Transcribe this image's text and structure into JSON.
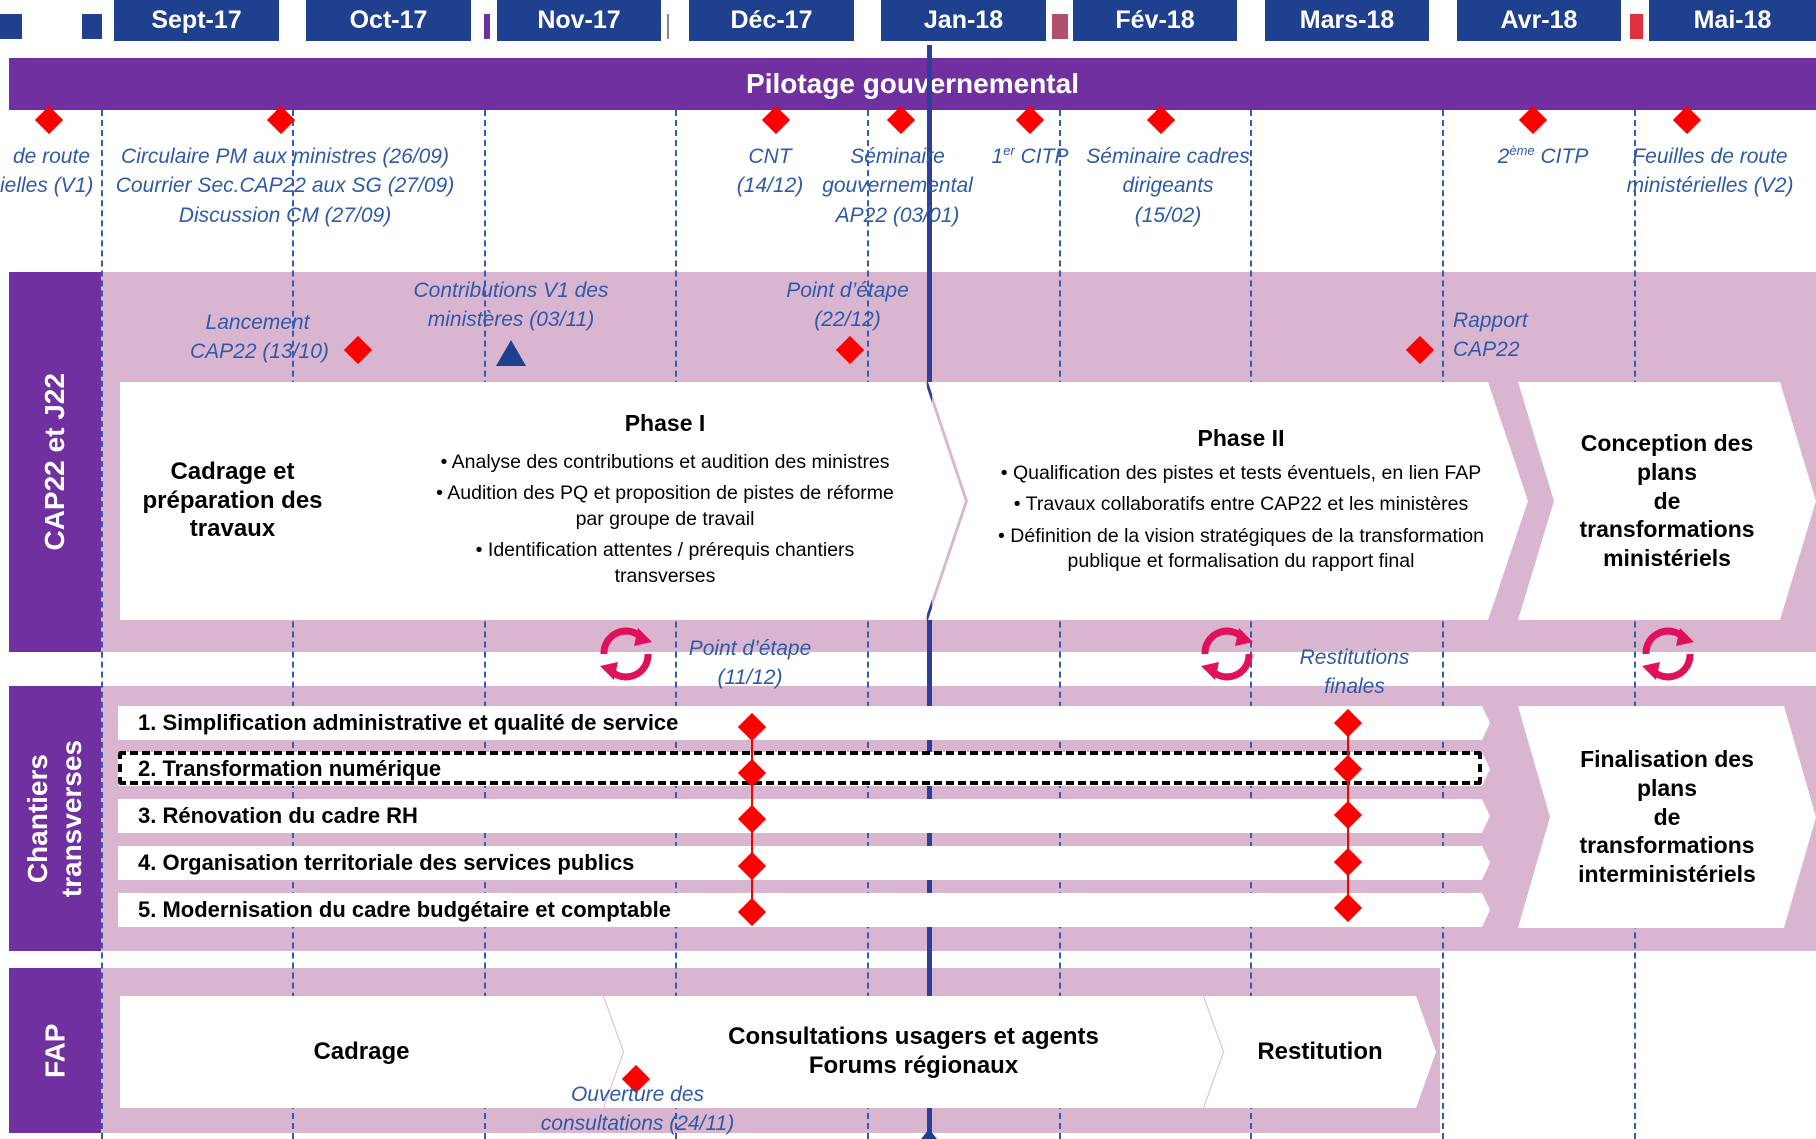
{
  "timeline": {
    "months": [
      "Sept-17",
      "Oct-17",
      "Nov-17",
      "Déc-17",
      "Jan-18",
      "Fév-18",
      "Mars-18",
      "Avr-18",
      "Mai-18"
    ]
  },
  "pilotage": {
    "title": "Pilotage gouvernemental",
    "milestones": [
      {
        "line1": "de route",
        "line2": "ielles (V1)",
        "line3": ""
      },
      {
        "line1": "Circulaire PM aux ministres (26/09)",
        "line2": "Courrier Sec.CAP22 aux SG (27/09)",
        "line3": "Discussion CM (27/09)"
      },
      {
        "line1": "CNT",
        "line2": "(14/12)",
        "line3": ""
      },
      {
        "line1": "Séminaire",
        "line2": "gouvernemental",
        "line3": "AP22 (03/01)"
      },
      {
        "prefix": "1",
        "sup": "er",
        "suffix": " CITP"
      },
      {
        "line1": "Séminaire cadres",
        "line2": "dirigeants",
        "line3": "(15/02)"
      },
      {
        "prefix": "2",
        "sup": "ème",
        "suffix": " CITP"
      },
      {
        "line1": "Feuilles de route",
        "line2": "ministérielles (V2)",
        "line3": ""
      }
    ]
  },
  "cap22": {
    "label": "CAP22 et J22",
    "annotations": {
      "lancement": {
        "line1": "Lancement",
        "line2": "CAP22 (13/10)"
      },
      "contributions": {
        "line1": "Contributions V1 des",
        "line2": "ministères (03/11)"
      },
      "point1": {
        "line1": "Point d’étape",
        "line2": "(22/12)"
      },
      "rapport": {
        "line1": "Rapport",
        "line2": "CAP22"
      },
      "point2": {
        "line1": "Point d’étape",
        "line2": "(11/12)"
      },
      "restitutions": {
        "line1": "Restitutions",
        "line2": "finales"
      }
    },
    "cadrage": [
      "Cadrage et",
      "préparation des",
      "travaux"
    ],
    "phase1": {
      "title": "Phase I",
      "bullets": [
        "Analyse des contributions et audition des ministres",
        "Audition des PQ et proposition de pistes de réforme par groupe de travail",
        "Identification attentes / prérequis chantiers transverses"
      ]
    },
    "phase2": {
      "title": "Phase II",
      "bullets": [
        "Qualification des pistes et tests éventuels, en lien FAP",
        "Travaux collaboratifs entre CAP22 et les ministères",
        "Définition de la vision stratégiques de la transformation publique et formalisation du rapport final"
      ]
    },
    "conception": [
      "Conception des",
      "plans",
      "de",
      "transformations",
      "ministériels"
    ]
  },
  "chantiers": {
    "label_line1": "Chantiers",
    "label_line2": "transverses",
    "items": [
      "1. Simplification administrative et qualité de service",
      "2. Transformation numérique",
      "3. Rénovation du cadre RH",
      "4. Organisation territoriale des services publics",
      "5. Modernisation du cadre budgétaire et comptable"
    ],
    "finalisation": [
      "Finalisation des",
      "plans",
      "de",
      "transformations",
      "interministériels"
    ]
  },
  "fap": {
    "label": "FAP",
    "cadrage": "Cadrage",
    "consultations": [
      "Consultations usagers et agents",
      "Forums régionaux"
    ],
    "restitution": "Restitution",
    "ouverture": {
      "line1": "Ouverture des",
      "line2": "consultations (24/11)"
    }
  },
  "colors": {
    "month": "#1f3f8f",
    "band": "#7030a0",
    "pink": "#d9b5cf",
    "milestone": "#ff0000",
    "annotation": "#2e5aa8",
    "cycle": "#e0105a"
  }
}
